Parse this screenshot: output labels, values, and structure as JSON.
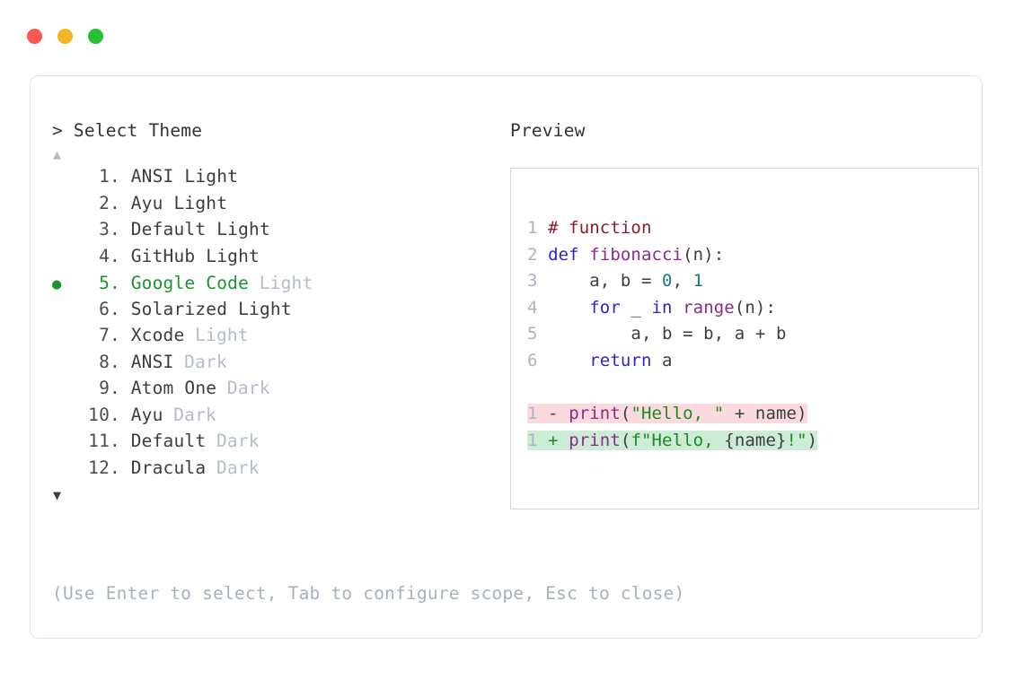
{
  "window": {
    "dots": [
      {
        "name": "close",
        "color": "#f8584f"
      },
      {
        "name": "minimize",
        "color": "#f4b425"
      },
      {
        "name": "maximize",
        "color": "#25c133"
      }
    ]
  },
  "selector": {
    "prompt": "> Select Theme",
    "scroll_up_icon": "▲",
    "scroll_down_icon": "▼",
    "selected_index": 5,
    "selected_bullet": "●",
    "items": [
      {
        "index": "1.",
        "name": "ANSI Light",
        "variant": "",
        "selected": false
      },
      {
        "index": "2.",
        "name": "Ayu Light",
        "variant": "",
        "selected": false
      },
      {
        "index": "3.",
        "name": "Default Light",
        "variant": "",
        "selected": false
      },
      {
        "index": "4.",
        "name": "GitHub Light",
        "variant": "",
        "selected": false
      },
      {
        "index": "5.",
        "name": "Google Code",
        "variant": "Light",
        "selected": true
      },
      {
        "index": "6.",
        "name": "Solarized Light",
        "variant": "",
        "selected": false
      },
      {
        "index": "7.",
        "name": "Xcode",
        "variant": "Light",
        "selected": false
      },
      {
        "index": "8.",
        "name": "ANSI",
        "variant": "Dark",
        "selected": false
      },
      {
        "index": "9.",
        "name": "Atom One",
        "variant": "Dark",
        "selected": false
      },
      {
        "index": "10.",
        "name": "Ayu",
        "variant": "Dark",
        "selected": false
      },
      {
        "index": "11.",
        "name": "Default",
        "variant": "Dark",
        "selected": false
      },
      {
        "index": "12.",
        "name": "Dracula",
        "variant": "Dark",
        "selected": false
      }
    ]
  },
  "preview": {
    "title": "Preview",
    "code": [
      {
        "lineno": "1",
        "tokens": [
          {
            "t": "# function",
            "c": "comment"
          }
        ]
      },
      {
        "lineno": "2",
        "tokens": [
          {
            "t": "def ",
            "c": "kw"
          },
          {
            "t": "fibonacci",
            "c": "fn"
          },
          {
            "t": "(n):",
            "c": "punct"
          }
        ]
      },
      {
        "lineno": "3",
        "tokens": [
          {
            "t": "    a, b = ",
            "c": "plain"
          },
          {
            "t": "0",
            "c": "num"
          },
          {
            "t": ", ",
            "c": "plain"
          },
          {
            "t": "1",
            "c": "num"
          }
        ]
      },
      {
        "lineno": "4",
        "tokens": [
          {
            "t": "    ",
            "c": "plain"
          },
          {
            "t": "for",
            "c": "kw"
          },
          {
            "t": " _ ",
            "c": "plain"
          },
          {
            "t": "in",
            "c": "kw"
          },
          {
            "t": " ",
            "c": "plain"
          },
          {
            "t": "range",
            "c": "fn"
          },
          {
            "t": "(n):",
            "c": "punct"
          }
        ]
      },
      {
        "lineno": "5",
        "tokens": [
          {
            "t": "        a, b = b, a + b",
            "c": "plain"
          }
        ]
      },
      {
        "lineno": "6",
        "tokens": [
          {
            "t": "    ",
            "c": "plain"
          },
          {
            "t": "return",
            "c": "kw"
          },
          {
            "t": " a",
            "c": "plain"
          }
        ]
      }
    ],
    "diff": [
      {
        "lineno": "1",
        "marker": "-",
        "kind": "del",
        "tokens": [
          {
            "t": "print",
            "c": "fn"
          },
          {
            "t": "(",
            "c": "punct"
          },
          {
            "t": "\"Hello, \"",
            "c": "str"
          },
          {
            "t": " + name)",
            "c": "plain"
          }
        ]
      },
      {
        "lineno": "1",
        "marker": "+",
        "kind": "add",
        "tokens": [
          {
            "t": "print",
            "c": "fn"
          },
          {
            "t": "(",
            "c": "punct"
          },
          {
            "t": "f\"Hello, ",
            "c": "str"
          },
          {
            "t": "{name}",
            "c": "plain"
          },
          {
            "t": "!\"",
            "c": "str"
          },
          {
            "t": ")",
            "c": "punct"
          }
        ]
      }
    ]
  },
  "hint": "(Use Enter to select, Tab to configure scope, Esc to close)"
}
